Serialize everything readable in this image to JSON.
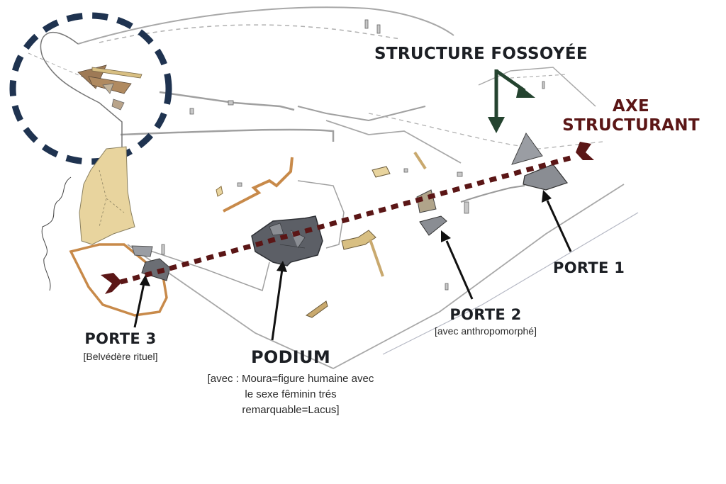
{
  "diagram": {
    "title_structure": "STRUCTURE FOSSOYÉE",
    "axe": {
      "line1": "AXE",
      "line2": "STRUCTURANT"
    },
    "labels": {
      "porte1": {
        "title": "PORTE 1"
      },
      "porte2": {
        "title": "PORTE 2",
        "subtitle": "[avec anthropomorphé]"
      },
      "porte3": {
        "title": "PORTE 3",
        "subtitle": "[Belvédère rituel]"
      },
      "podium": {
        "title": "PODIUM",
        "subtitle_lines": [
          "[avec : Moura=figure humaine avec",
          "le sexe fêminin trés",
          "remarquable=Lacus]"
        ]
      }
    },
    "colors": {
      "axe": "#5b1616",
      "structure_arrow": "#24432f",
      "highlight_circle": "#1f3350",
      "tan_area": "#e8d49e",
      "orange_outline": "#c88a4a",
      "stone": "#5c5f66",
      "stone_light": "#9a9da3",
      "wood": "#d8bf82",
      "outline": "#9a9a9a",
      "label_text": "#1c1f24"
    }
  }
}
